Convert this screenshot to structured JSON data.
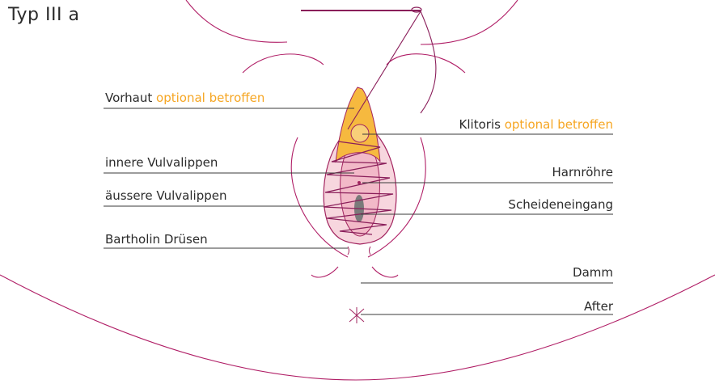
{
  "title": "Typ III a",
  "colors": {
    "suture": "#8a1e5a",
    "outline": "#9e1b5a",
    "inner_fill": "#f2b9c8",
    "prepuce_fill": "#f6b93f",
    "vaginal_opening": "#7a7a7a",
    "optional_text": "#f6a623",
    "leader_line": "#3a3a3a"
  },
  "labels": {
    "vorhaut": "Vorhaut",
    "vorhaut_optional": "optional betroffen",
    "klitoris": "Klitoris",
    "klitoris_optional": "optional betroffen",
    "innere": "innere Vulvalippen",
    "harnroehre": "Harnröhre",
    "aeussere": "äussere Vulvalippen",
    "scheideneingang": "Scheideneingang",
    "bartholin": "Bartholin Drüsen",
    "damm": "Damm",
    "after": "After"
  },
  "icons": [
    "needle-icon",
    "anus-star-icon"
  ]
}
